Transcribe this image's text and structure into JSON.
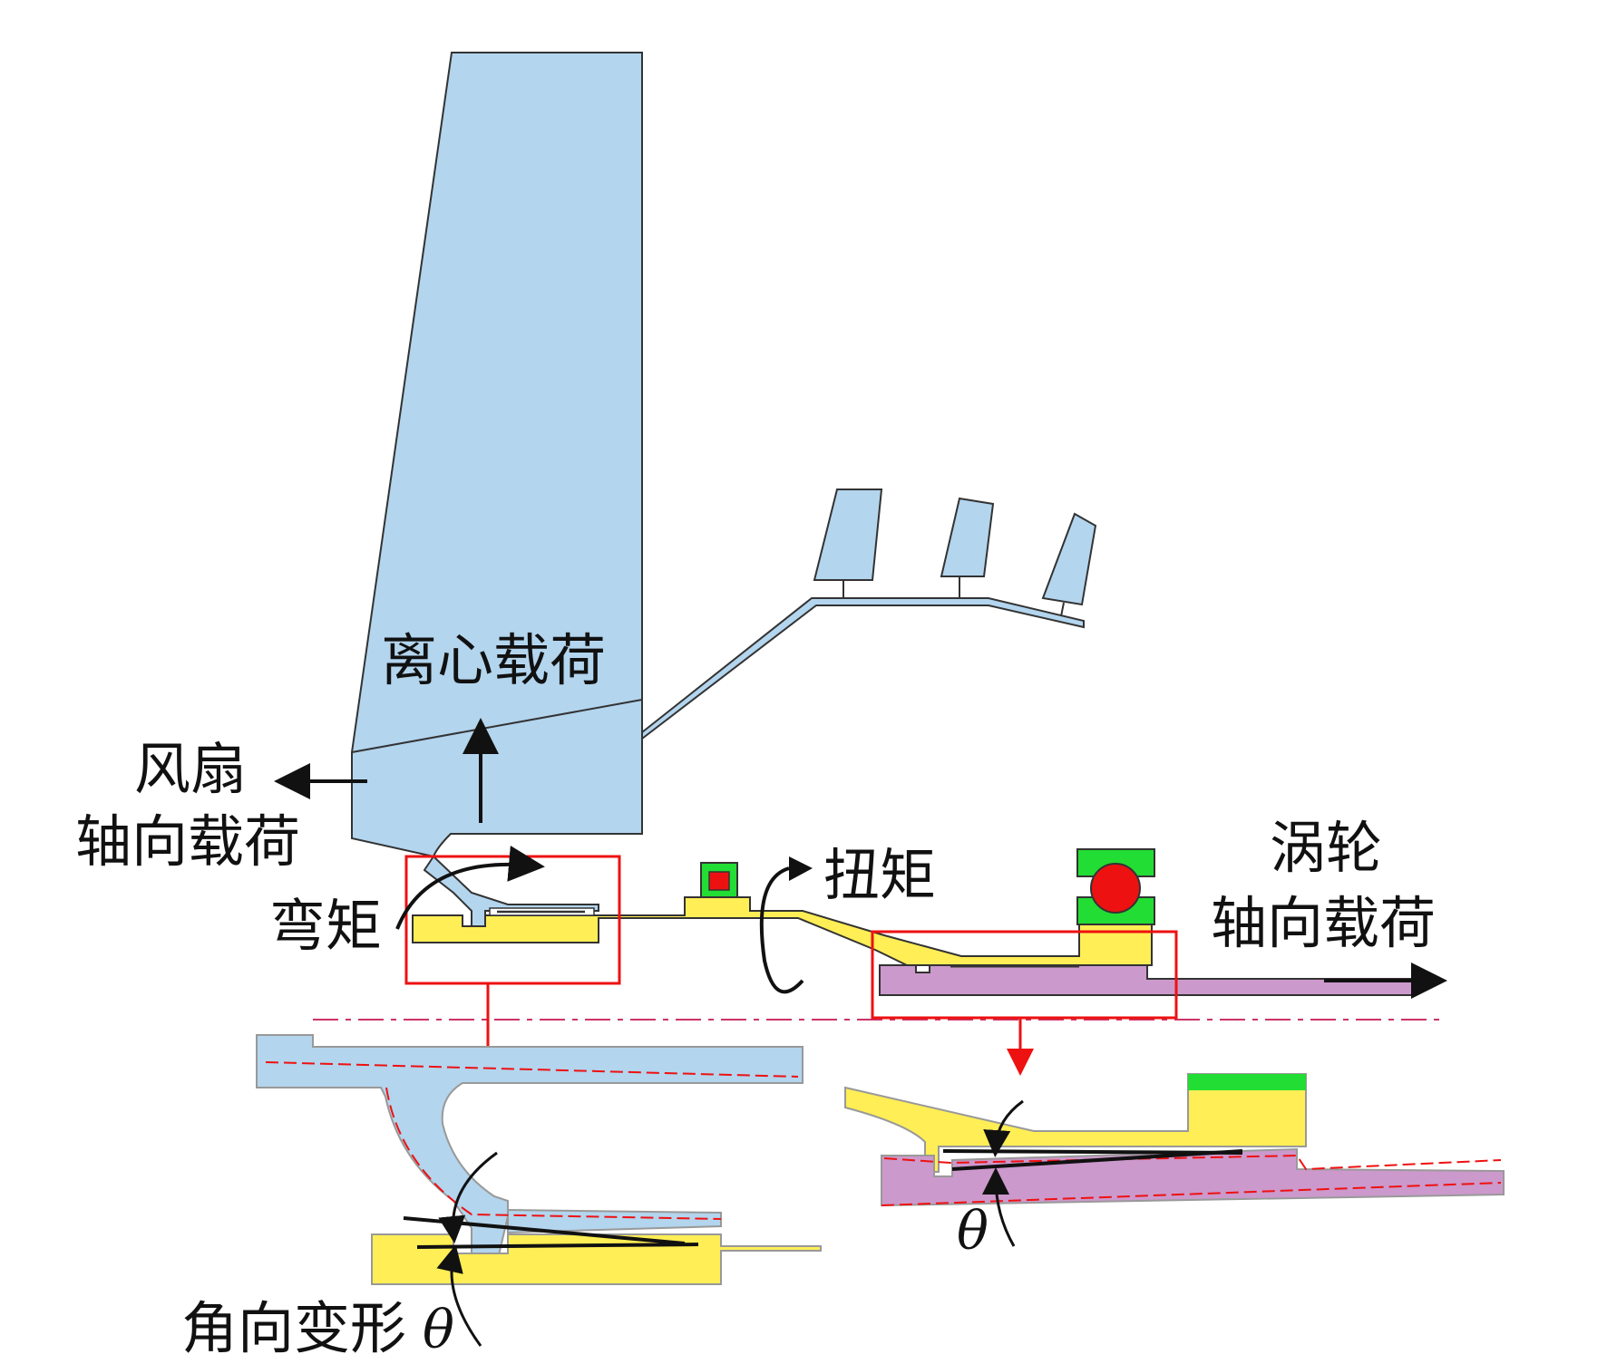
{
  "labels": {
    "centrifugal_load": "离心载荷",
    "fan": "风扇",
    "fan_axial_load": "轴向载荷",
    "bending_moment": "弯矩",
    "torque": "扭矩",
    "turbine": "涡轮",
    "turbine_axial_load": "轴向载荷",
    "angular_deformation_text": "角向变形",
    "theta": "θ"
  },
  "colors": {
    "fan_blue": "#b3d5ee",
    "shaft_yellow": "#ffee55",
    "turbine_shaft_purple": "#cc99cc",
    "bearing_green": "#22dd33",
    "bearing_red": "#ee1111",
    "highlight_red": "#ee1111",
    "outline": "#333333"
  },
  "icons": {
    "arrow": "arrow-icon",
    "curved_arrow": "curved-arrow-icon",
    "theta_angle": "angle-icon"
  }
}
